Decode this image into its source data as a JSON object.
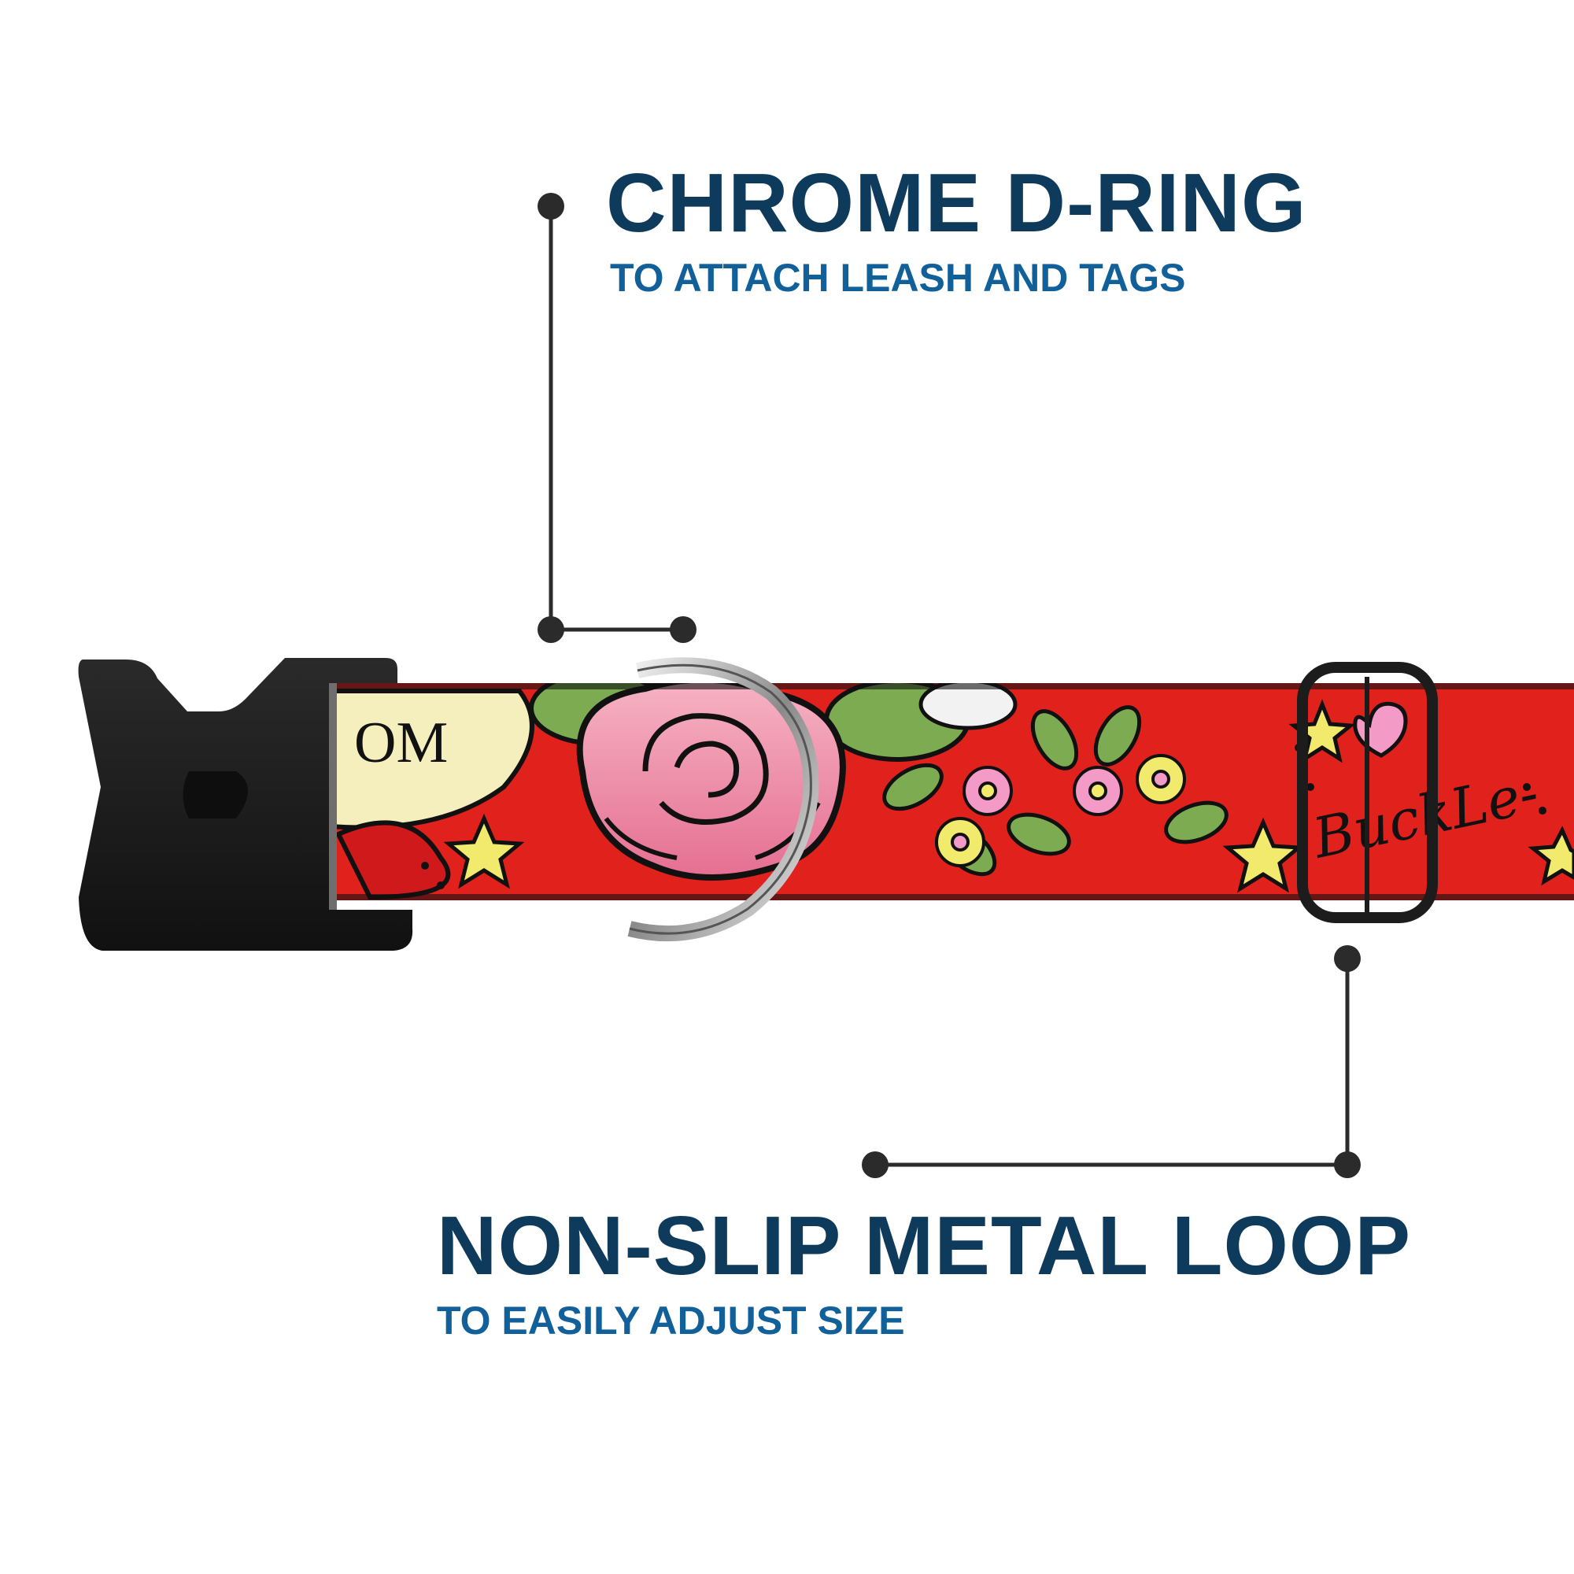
{
  "callouts": {
    "d_ring": {
      "title": "CHROME D-RING",
      "subtitle": "TO ATTACH LEASH AND TAGS"
    },
    "loop": {
      "title": "NON-SLIP METAL LOOP",
      "subtitle": "TO EASILY ADJUST SIZE"
    }
  },
  "collar": {
    "pattern_text_left": "OM",
    "pattern_text_script": "BuckLe-",
    "colors": {
      "webbing_red": "#e0211c",
      "rose_pink": "#f08aa5",
      "leaf_green": "#7cab52",
      "star_yellow": "#f2ea6c",
      "banner_cream": "#f5efbd",
      "buckle_black": "#1b1b1b",
      "chrome": "#c8c8c8"
    }
  },
  "colors": {
    "heading": "#0e3a5c",
    "subheading": "#11609a",
    "leader_line": "#2b2b2b"
  }
}
